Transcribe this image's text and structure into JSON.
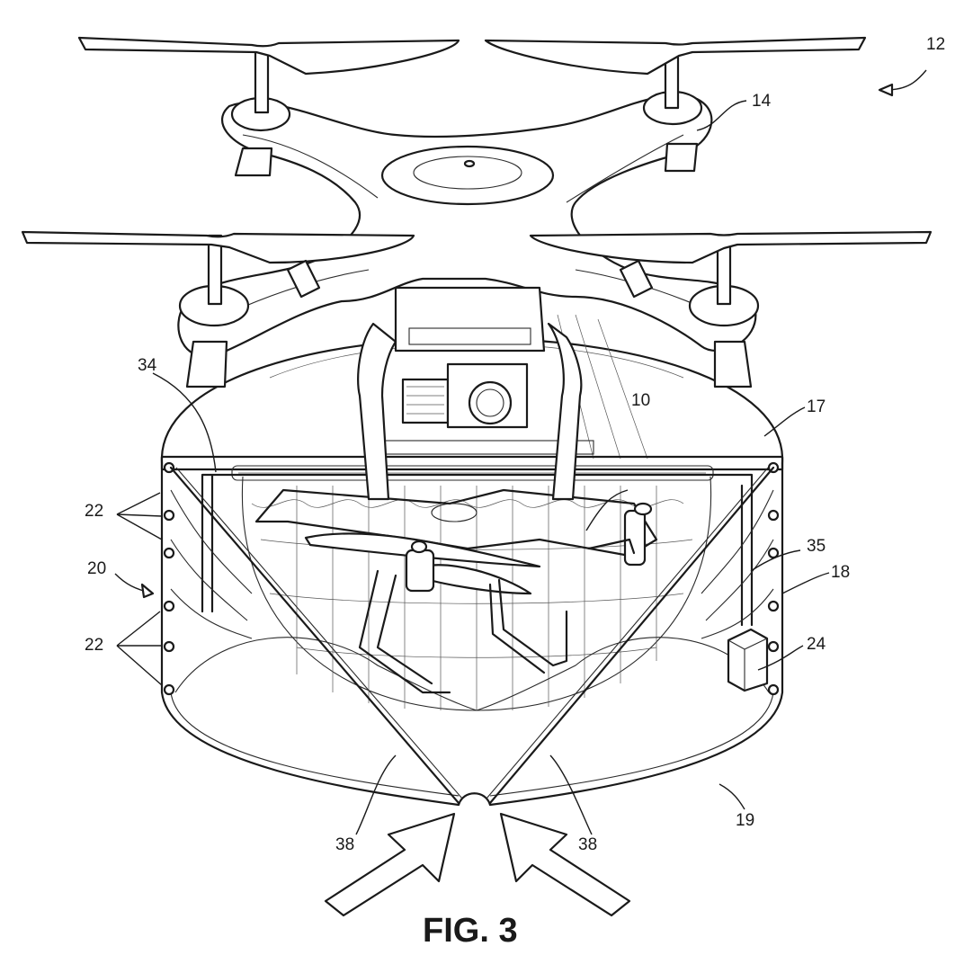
{
  "figure": {
    "caption": "FIG. 3"
  },
  "references": {
    "r12": "12",
    "r14": "14",
    "r17": "17",
    "r10": "10",
    "r34": "34",
    "r22a": "22",
    "r22b": "22",
    "r20": "20",
    "r35": "35",
    "r18": "18",
    "r24": "24",
    "r19": "19",
    "r38a": "38",
    "r38b": "38"
  }
}
